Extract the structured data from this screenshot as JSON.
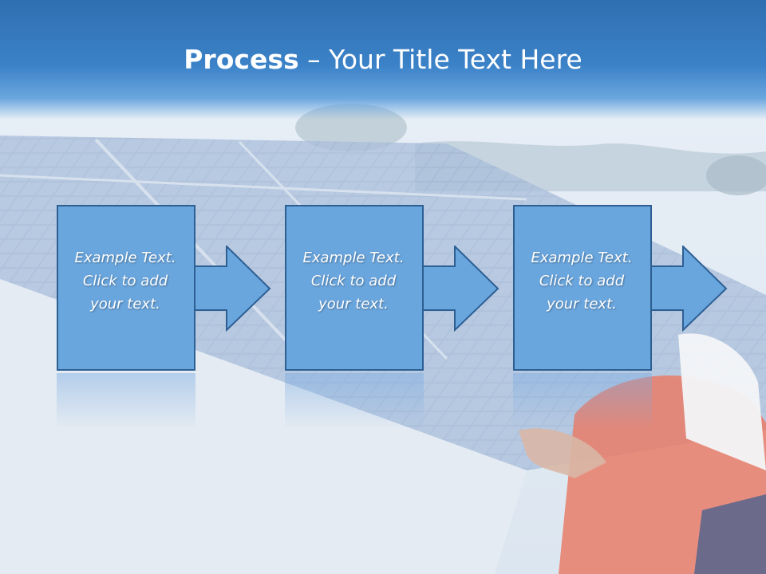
{
  "slide": {
    "title_bold": "Process",
    "title_rest": " – Your Title Text Here",
    "background_image": "solar-panels-installer-photo",
    "colors": {
      "title_band": "#3b82c8",
      "box_fill": "#6aa6de",
      "box_border": "#2d5f93",
      "text": "#ffffff"
    }
  },
  "steps": [
    {
      "text": "Example Text.\nClick  to add\nyour text."
    },
    {
      "text": "Example Text.\nClick  to add\nyour text."
    },
    {
      "text": "Example Text.\nClick  to add\nyour text."
    }
  ]
}
